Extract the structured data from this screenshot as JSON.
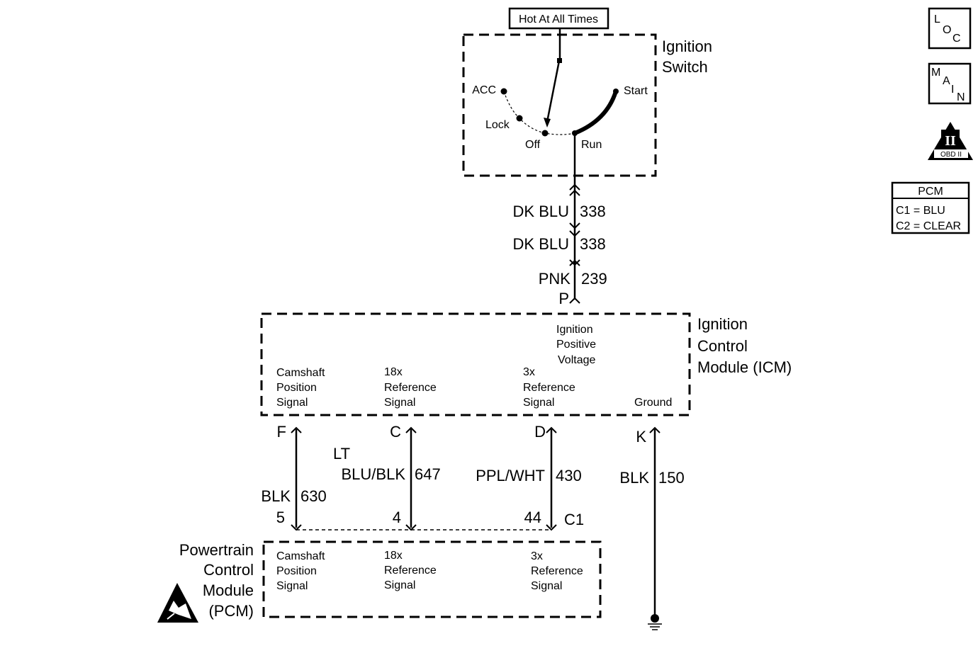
{
  "hot_box": "Hot At All Times",
  "ignition_switch": {
    "title_line1": "Ignition",
    "title_line2": "Switch",
    "positions": {
      "acc": "ACC",
      "lock": "Lock",
      "off": "Off",
      "run": "Run",
      "start": "Start"
    }
  },
  "wires_upper": [
    {
      "color": "DK BLU",
      "circuit": "338"
    },
    {
      "color": "DK BLU",
      "circuit": "338"
    },
    {
      "color": "PNK",
      "circuit": "239",
      "pin": "P"
    }
  ],
  "icm": {
    "title_line1": "Ignition",
    "title_line2": "Control",
    "title_line3": "Module (ICM)",
    "positive_voltage": [
      "Ignition",
      "Positive",
      "Voltage"
    ],
    "camshaft": [
      "Camshaft",
      "Position",
      "Signal"
    ],
    "ref18x": [
      "18x",
      "Reference",
      "Signal"
    ],
    "ref3x": [
      "3x",
      "Reference",
      "Signal"
    ],
    "ground": "Ground"
  },
  "wires_lower": {
    "camshaft": {
      "pin_top": "F",
      "color": "BLK",
      "circuit": "630",
      "pin_bottom": "5"
    },
    "ref18x": {
      "pin_top": "C",
      "color_line1": "LT",
      "color_line2": "BLU/BLK",
      "circuit": "647",
      "pin_bottom": "4"
    },
    "ref3x": {
      "pin_top": "D",
      "color": "PPL/WHT",
      "circuit": "430",
      "pin_bottom": "44"
    },
    "ground": {
      "pin_top": "K",
      "color": "BLK",
      "circuit": "150"
    },
    "connector": "C1"
  },
  "pcm": {
    "title_line1": "Powertrain",
    "title_line2": "Control",
    "title_line3": "Module",
    "title_line4": "(PCM)",
    "camshaft": [
      "Camshaft",
      "Position",
      "Signal"
    ],
    "ref18x": [
      "18x",
      "Reference",
      "Signal"
    ],
    "ref3x": [
      "3x",
      "Reference",
      "Signal"
    ]
  },
  "side_icons": {
    "loc": {
      "l": "L",
      "o": "O",
      "c": "C"
    },
    "main": {
      "m": "M",
      "a": "A",
      "i": "I",
      "n": "N"
    },
    "obd": {
      "numeral": "II",
      "label": "OBD II"
    }
  },
  "pcm_legend": {
    "title": "PCM",
    "c1": "C1 = BLU",
    "c2": "C2 = CLEAR"
  }
}
